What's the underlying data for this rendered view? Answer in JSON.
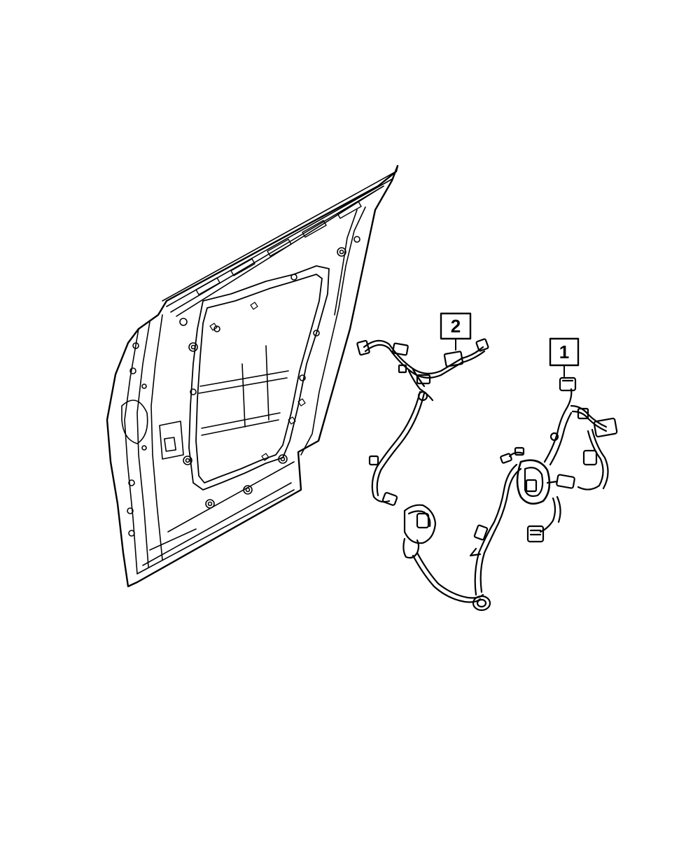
{
  "callouts": [
    {
      "number": "1",
      "part": "door-wiring-harness"
    },
    {
      "number": "2",
      "part": "door-jumper-harness"
    }
  ],
  "colors": {
    "line": "#000000",
    "background": "#ffffff",
    "callout_border": "#000000"
  }
}
